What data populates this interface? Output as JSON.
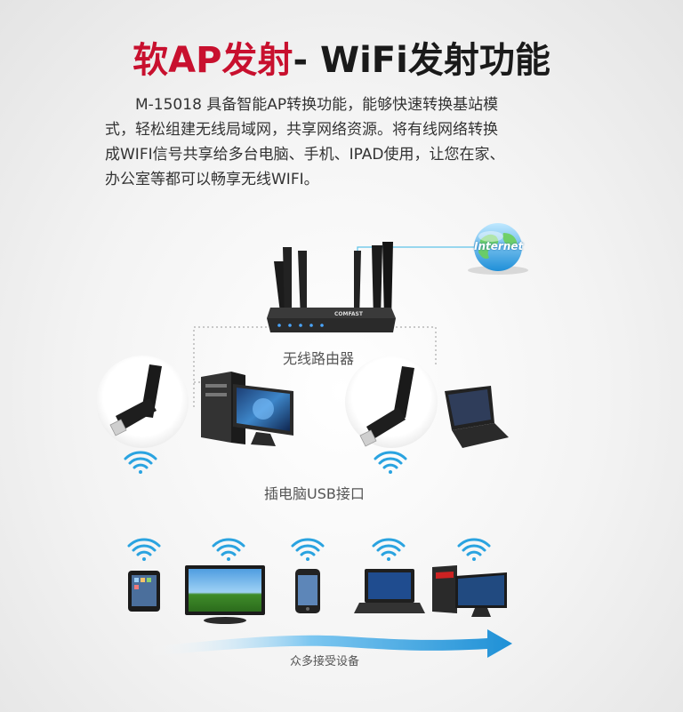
{
  "title": {
    "part1": "软AP发射",
    "part2": "- WiFi发射功能"
  },
  "description": {
    "lines": [
      "M-15018 具备智能AP转换功能，能够快速转换基站模",
      "式，轻松组建无线局域网，共享网络资源。将有线网络转换",
      "成WIFI信号共享给多台电脑、手机、IPAD使用，让您在家、",
      "办公室等都可以畅享无线WIFI。"
    ]
  },
  "internet_label": "Internet",
  "router_brand": "COMFAST",
  "router_label": "无线路由器",
  "usb_label": "插电脑USB接口",
  "devices_label": "众多接受设备",
  "colors": {
    "title_red": "#c8102e",
    "wifi_blue": "#2aa3e0",
    "arrow_blue": "#1e90d6"
  },
  "icons": [
    "globe-icon",
    "router-icon",
    "usb-adapter-icon",
    "desktop-pc-icon",
    "laptop-icon",
    "wifi-signal-icon",
    "tablet-icon",
    "tv-icon",
    "phone-icon",
    "arrow-right-icon"
  ]
}
